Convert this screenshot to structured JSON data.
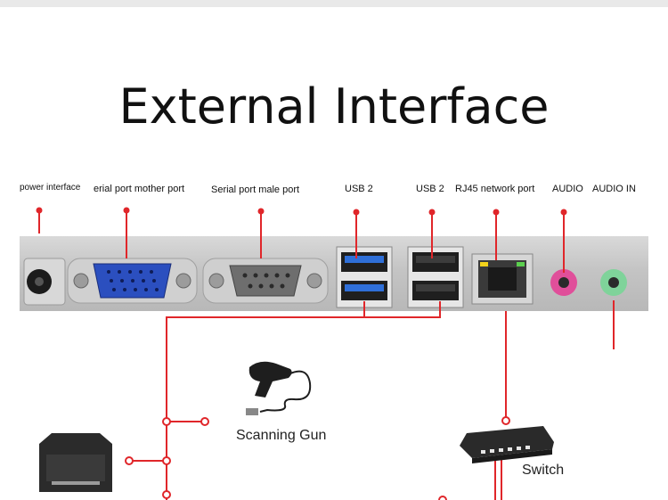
{
  "title": "External Interface",
  "ports": [
    {
      "label": "power interface"
    },
    {
      "label": "erial port mother port"
    },
    {
      "label": "Serial port male port"
    },
    {
      "label": "USB 2"
    },
    {
      "label": "USB 2"
    },
    {
      "label": "RJ45 network port"
    },
    {
      "label": "AUDIO"
    },
    {
      "label": "AUDIO IN"
    }
  ],
  "devices": {
    "scanner_label": "Scanning Gun",
    "switch_label": "Switch"
  },
  "colors": {
    "line": "#e0262a",
    "vga": "#2b4fbf",
    "usb_blue": "#2f6fd8",
    "audio_pink": "#e04f9a",
    "audio_green": "#7fd39a"
  }
}
